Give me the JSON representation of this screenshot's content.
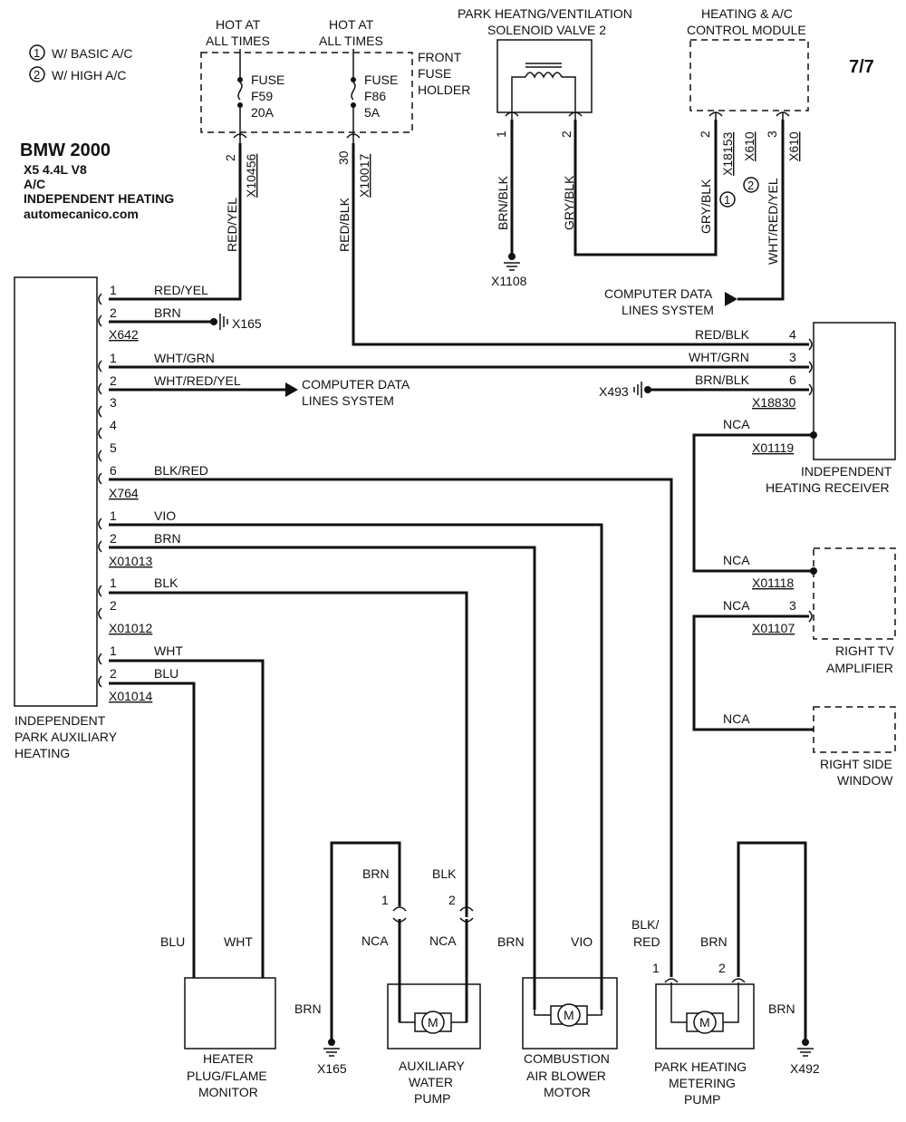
{
  "header": {
    "page": "7/7",
    "title": "BMW 2000",
    "model": "X5  4.4L  V8",
    "system": "A/C",
    "subsystem": "INDEPENDENT HEATING",
    "site": "automecanico.com"
  },
  "legend": {
    "n1": "1",
    "t1": "W/ BASIC A/C",
    "n2": "2",
    "t2": "W/ HIGH A/C"
  },
  "fuse_holder": {
    "hot1_a": "HOT AT",
    "hot1_b": "ALL TIMES",
    "hot2_a": "HOT AT",
    "hot2_b": "ALL TIMES",
    "label_a": "FRONT",
    "label_b": "FUSE",
    "label_c": "HOLDER",
    "f1_a": "FUSE",
    "f1_b": "F59",
    "f1_c": "20A",
    "f2_a": "FUSE",
    "f2_b": "F86",
    "f2_c": "5A",
    "pin1": "2",
    "conn1": "X10456",
    "wire1": "RED/YEL",
    "pin2": "30",
    "conn2": "X10017",
    "wire2": "RED/BLK"
  },
  "solenoid": {
    "name_a": "PARK HEATNG/VENTILATION",
    "name_b": "SOLENOID VALVE 2",
    "pin1": "1",
    "pin2": "2",
    "wire1": "BRN/BLK",
    "wire2": "GRY/BLK",
    "ground": "X1108"
  },
  "control_module": {
    "name_a": "HEATING & A/C",
    "name_b": "CONTROL MODULE",
    "pin_a": "2",
    "conn_a": "X18153",
    "conn_b": "X610",
    "pin_c": "3",
    "conn_c": "X610",
    "wire_a": "GRY/BLK",
    "wire_c": "WHT/RED/YEL",
    "mark1": "1",
    "mark2": "2",
    "data_a": "COMPUTER DATA",
    "data_b": "LINES SYSTEM"
  },
  "aux_heater": {
    "name_a": "INDEPENDENT",
    "name_b": "PARK AUXILIARY",
    "name_c": "HEATING",
    "x642": {
      "conn": "X642",
      "p1": "1",
      "w1": "RED/YEL",
      "p2": "2",
      "w2": "BRN",
      "ground": "X165"
    },
    "x764": {
      "conn": "X764",
      "p1": "1",
      "w1": "WHT/GRN",
      "p2": "2",
      "w2": "WHT/RED/YEL",
      "p3": "3",
      "p4": "4",
      "p5": "5",
      "p6": "6",
      "w6": "BLK/RED",
      "data_a": "COMPUTER DATA",
      "data_b": "LINES SYSTEM"
    },
    "x01013": {
      "conn": "X01013",
      "p1": "1",
      "w1": "VIO",
      "p2": "2",
      "w2": "BRN"
    },
    "x01012": {
      "conn": "X01012",
      "p1": "1",
      "w1": "BLK",
      "p2": "2"
    },
    "x01014": {
      "conn": "X01014",
      "p1": "1",
      "w1": "WHT",
      "p2": "2",
      "w2": "BLU"
    }
  },
  "receiver": {
    "name_a": "INDEPENDENT",
    "name_b": "HEATING RECEIVER",
    "p4": "4",
    "w4": "RED/BLK",
    "p3": "3",
    "w3": "WHT/GRN",
    "p6": "6",
    "w6": "BRN/BLK",
    "ground": "X493",
    "conn": "X18830",
    "nca": "NCA",
    "conn2": "X01119"
  },
  "tv_amp": {
    "name_a": "RIGHT TV",
    "name_b": "AMPLIFIER",
    "nca1": "NCA",
    "conn1": "X01118",
    "nca2": "NCA",
    "pin": "3",
    "conn2": "X01107"
  },
  "side_window": {
    "name_a": "RIGHT SIDE",
    "name_b": "WINDOW",
    "nca": "NCA"
  },
  "heater_plug": {
    "name_a": "HEATER",
    "name_b": "PLUG/FLAME",
    "name_c": "MONITOR",
    "w_left": "BLU",
    "w_right": "WHT"
  },
  "aux_pump": {
    "name_a": "AUXILIARY",
    "name_b": "WATER",
    "name_c": "PUMP",
    "w_top_l": "BRN",
    "w_top_r": "BLK",
    "p1": "1",
    "p2": "2",
    "nca_l": "NCA",
    "nca_r": "NCA",
    "w_gnd": "BRN",
    "ground": "X165",
    "motor": "M"
  },
  "blower": {
    "name_a": "COMBUSTION",
    "name_b": "AIR BLOWER",
    "name_c": "MOTOR",
    "w_l": "BRN",
    "w_r": "VIO",
    "motor": "M"
  },
  "metering_pump": {
    "name_a": "PARK HEATING",
    "name_b": "METERING",
    "name_c": "PUMP",
    "w_l_a": "BLK/",
    "w_l_b": "RED",
    "w_r": "BRN",
    "p1": "1",
    "p2": "2",
    "w_gnd": "BRN",
    "ground": "X492",
    "motor": "M"
  }
}
